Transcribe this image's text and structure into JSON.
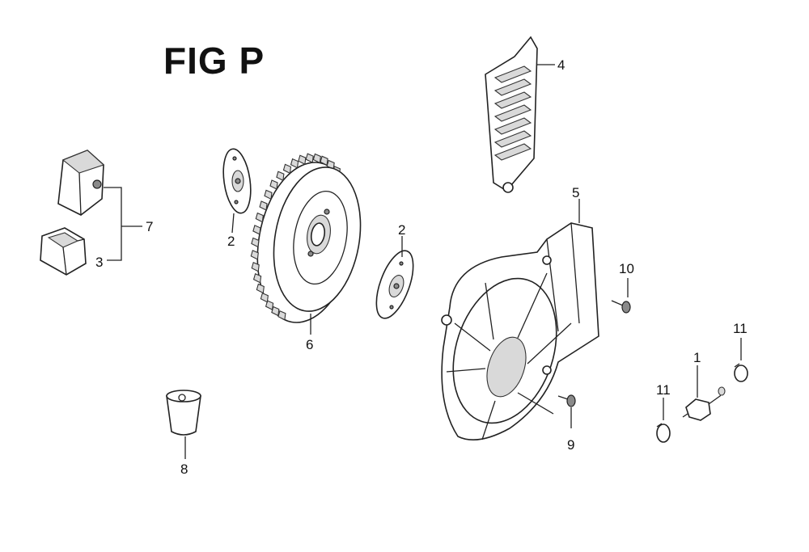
{
  "figure": {
    "title": "FIG P"
  },
  "callouts": {
    "c1": "1",
    "c2a": "2",
    "c2b": "2",
    "c3": "3",
    "c4": "4",
    "c5": "5",
    "c6": "6",
    "c7": "7",
    "c8": "8",
    "c9": "9",
    "c10": "10",
    "c11a": "11",
    "c11b": "11"
  }
}
